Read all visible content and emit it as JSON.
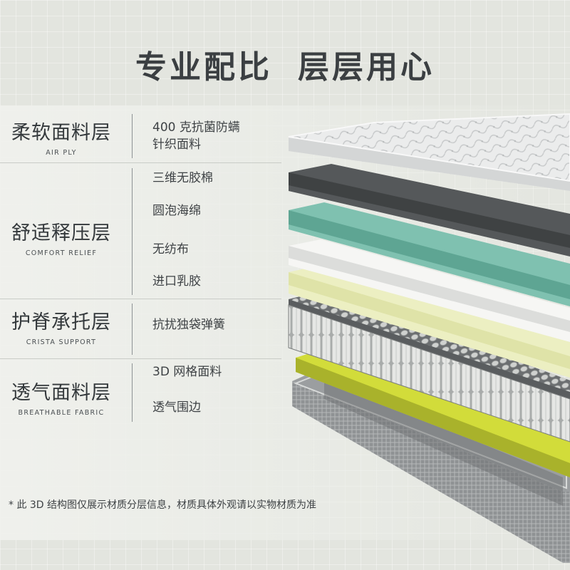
{
  "title": {
    "left": "专业配比",
    "right": "层层用心"
  },
  "categories": [
    {
      "zh": "柔软面料层",
      "en": "AIR PLY"
    },
    {
      "zh": "舒适释压层",
      "en": "COMFORT RELIEF"
    },
    {
      "zh": "护脊承托层",
      "en": "CRISTA SUPPORT"
    },
    {
      "zh": "透气面料层",
      "en": "BREATHABLE FABRIC"
    }
  ],
  "layers": [
    "400 克抗菌防螨",
    "针织面料",
    "三维无胶棉",
    "圆泡海绵",
    "无纺布",
    "进口乳胶",
    "抗扰独袋弹簧",
    "3D 网格面料",
    "透气围边"
  ],
  "footnote": "* 此 3D 结构图仅展示材质分层信息，材质具体外观请以实物材质为准",
  "colors": {
    "background": "#e3e5df",
    "quilted_top": "#e9eaea",
    "dark_felt": "#55585a",
    "teal_foam": "#7fc1b0",
    "white_nonwoven": "#f4f4f2",
    "latex": "#ecefc2",
    "springs": "#d9dbd9",
    "mesh_yellow": "#d2dc3a",
    "border": "#8b8e90"
  },
  "illustration": {
    "name": "mattress-layers-exploded-view"
  }
}
